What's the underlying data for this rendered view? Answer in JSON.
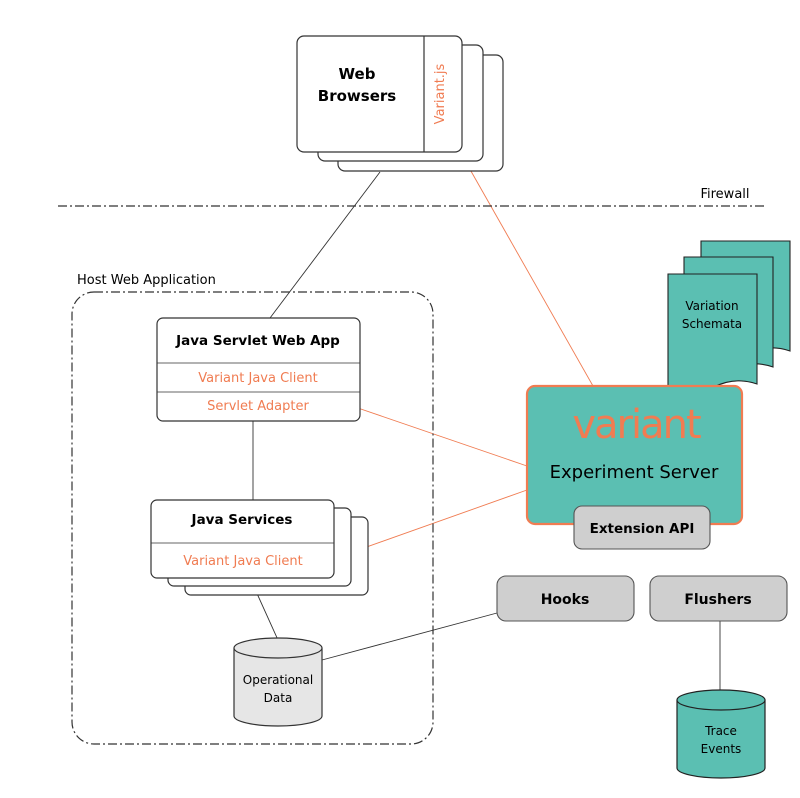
{
  "colors": {
    "accent_orange": "#f07c52",
    "teal": "#5bbfb2",
    "gray_box": "#cfcfcf",
    "line_gray": "#333333"
  },
  "browsers": {
    "title_line1": "Web",
    "title_line2": "Browsers",
    "script": "Variant.js"
  },
  "firewall": {
    "label": "Firewall"
  },
  "host": {
    "label": "Host Web Application"
  },
  "servlet": {
    "title": "Java Servlet Web App",
    "client": "Variant Java Client",
    "adapter": "Servlet Adapter"
  },
  "services": {
    "title": "Java Services",
    "client": "Variant Java Client"
  },
  "opdata": {
    "line1": "Operational",
    "line2": "Data"
  },
  "schemata": {
    "line1": "Variation",
    "line2": "Schemata"
  },
  "server": {
    "logo": "variant",
    "title": "Experiment Server",
    "ext": "Extension API"
  },
  "hooks": {
    "label": "Hooks"
  },
  "flushers": {
    "label": "Flushers"
  },
  "trace": {
    "line1": "Trace",
    "line2": "Events"
  }
}
